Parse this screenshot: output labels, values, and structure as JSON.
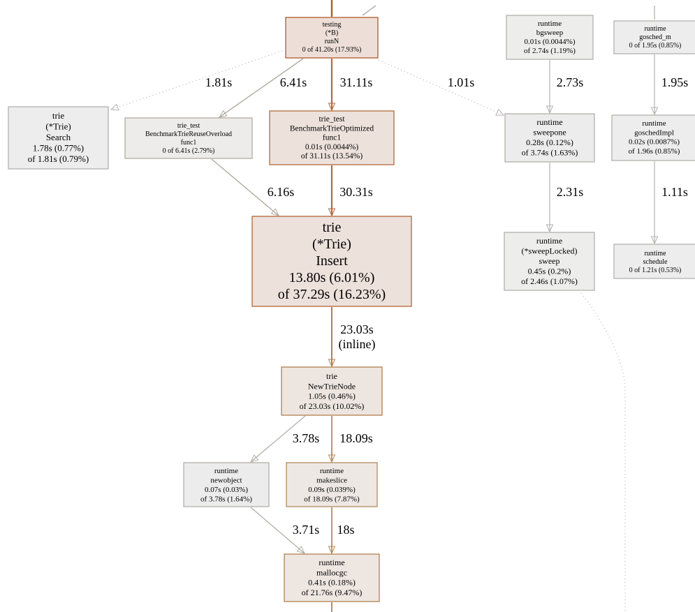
{
  "nodes": {
    "testing_runN": {
      "lines": [
        "testing",
        "(*B)",
        "runN",
        "0 of 41.20s (17.93%)"
      ],
      "fill": "#eddfd8",
      "stroke": "#b2592b"
    },
    "trie_search": {
      "lines": [
        "trie",
        "(*Trie)",
        "Search",
        "1.78s (0.77%)",
        "of 1.81s (0.79%)"
      ],
      "fill": "#ededed",
      "stroke": "#b2b2b2"
    },
    "reuse_overload": {
      "lines": [
        "trie_test",
        "BenchmarkTrieReuseOverload",
        "func1",
        "0 of 6.41s (2.79%)"
      ],
      "fill": "#edecea",
      "stroke": "#b2ac9f"
    },
    "optimized_func1": {
      "lines": [
        "trie_test",
        "BenchmarkTrieOptimized",
        "func1",
        "0.01s (0.0044%)",
        "of 31.11s (13.54%)"
      ],
      "fill": "#ede2db",
      "stroke": "#b26a3c"
    },
    "trie_insert": {
      "lines": [
        "trie",
        "(*Trie)",
        "Insert",
        "13.80s (6.01%)",
        "of 37.29s (16.23%)"
      ],
      "fill": "#ede1db",
      "stroke": "#b26536"
    },
    "new_trie_node": {
      "lines": [
        "trie",
        "NewTrieNode",
        "1.05s (0.46%)",
        "of 23.03s (10.02%)"
      ],
      "fill": "#ede6e0",
      "stroke": "#b27e50"
    },
    "newobject": {
      "lines": [
        "runtime",
        "newobject",
        "0.07s (0.03%)",
        "of 3.78s (1.64%)"
      ],
      "fill": "#edecec",
      "stroke": "#b2b0a9"
    },
    "makeslice": {
      "lines": [
        "runtime",
        "makeslice",
        "0.09s (0.039%)",
        "of 18.09s (7.87%)"
      ],
      "fill": "#ede8e3",
      "stroke": "#b28b60"
    },
    "mallocgc": {
      "lines": [
        "runtime",
        "mallocgc",
        "0.41s (0.18%)",
        "of 21.76s (9.47%)"
      ],
      "fill": "#ede6e1",
      "stroke": "#b28152"
    },
    "bgsweep": {
      "lines": [
        "runtime",
        "bgsweep",
        "0.01s (0.0044%)",
        "of 2.74s (1.19%)"
      ],
      "fill": "#ededec",
      "stroke": "#b2b1ac"
    },
    "sweepone": {
      "lines": [
        "runtime",
        "sweepone",
        "0.28s (0.12%)",
        "of 3.74s (1.63%)"
      ],
      "fill": "#edecec",
      "stroke": "#b2b0a9"
    },
    "sweep": {
      "lines": [
        "runtime",
        "(*sweepLocked)",
        "sweep",
        "0.45s (0.2%)",
        "of 2.46s (1.07%)"
      ],
      "fill": "#ededec",
      "stroke": "#b2b1ad"
    },
    "gosched_m": {
      "lines": [
        "runtime",
        "gosched_m",
        "0 of 1.95s (0.85%)"
      ],
      "fill": "#ededed",
      "stroke": "#b2b2ae"
    },
    "goschedImpl": {
      "lines": [
        "runtime",
        "goschedImpl",
        "0.02s (0.0087%)",
        "of 1.96s (0.85%)"
      ],
      "fill": "#ededed",
      "stroke": "#b2b2ae"
    },
    "schedule": {
      "lines": [
        "runtime",
        "schedule",
        "0 of 1.21s (0.53%)"
      ],
      "fill": "#ededed",
      "stroke": "#b2b2af"
    }
  },
  "edges": {
    "runN_to_search": {
      "label": "1.81s",
      "color": "#b2b2b2"
    },
    "runN_to_reuse": {
      "label": "6.41s",
      "color": "#b2ac9f"
    },
    "runN_to_optimized": {
      "label": "31.11s",
      "color": "#b26a3c"
    },
    "runN_to_sweepone": {
      "label": "1.01s",
      "color": "#b2b2b0"
    },
    "reuse_to_insert": {
      "label": "6.16s",
      "color": "#b2aca0"
    },
    "optimized_to_insert": {
      "label": "30.31s",
      "color": "#b26b3e"
    },
    "insert_to_newnode": {
      "label": "23.03s",
      "label2": "(inline)",
      "color": "#b27e50"
    },
    "newnode_to_newobject": {
      "label": "3.78s",
      "color": "#b2b0a9"
    },
    "newnode_to_makeslice": {
      "label": "18.09s",
      "color": "#b28b60"
    },
    "newobject_to_mallocgc": {
      "label": "3.71s",
      "color": "#b2b0a9"
    },
    "makeslice_to_mallocgc": {
      "label": "18s",
      "color": "#b28b60"
    },
    "bgsweep_to_sweepone": {
      "label": "2.73s",
      "color": "#b2b1ac"
    },
    "sweepone_to_sweep": {
      "label": "2.31s",
      "color": "#b2b1ad"
    },
    "gosched_to_impl": {
      "label": "1.95s",
      "color": "#b2b2ae"
    },
    "impl_to_schedule": {
      "label": "1.11s",
      "color": "#b2b2af"
    }
  }
}
